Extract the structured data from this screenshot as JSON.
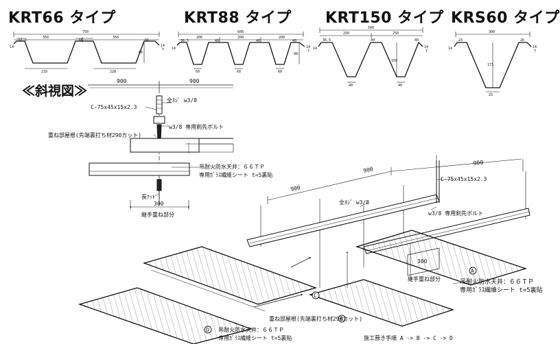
{
  "profiles": [
    {
      "title": "KRT66 タイプ",
      "dims": {
        "overall": "750",
        "pitch_l": "350",
        "pitch_r": "350",
        "top_l": "61.5",
        "top_m": "66",
        "top_r": "66",
        "height": "66",
        "bot_l": "218",
        "bot_r": "228",
        "lap_l": "14",
        "lap_r": "14",
        "edge": "7"
      }
    },
    {
      "title": "KRT88 タイプ",
      "dims": {
        "overall": "600",
        "pitch_1": "200",
        "pitch_2": "200",
        "pitch_3": "200",
        "top_1": "36.5",
        "top_2": "40",
        "top_3": "40",
        "top_4": "40",
        "height": "88",
        "bot_1": "60",
        "bot_2": "60",
        "bot_3": "60",
        "lap_l": "14",
        "lap_r": "14",
        "edge": "7"
      }
    },
    {
      "title": "KRT150 タイプ",
      "dims": {
        "overall": "500",
        "pitch_l": "250",
        "pitch_r": "250",
        "top_l": "36.5",
        "top_m": "40",
        "top_r": "40",
        "height": "150",
        "bot_l": "40",
        "bot_r": "40",
        "lap_l": "14",
        "lap_r": "14",
        "edge": "7"
      }
    },
    {
      "title": "KRS60 タイプ",
      "dims": {
        "overall": "300",
        "top_l": "23",
        "top_r": "26",
        "height": "173",
        "bot": "25",
        "lap_l": "14",
        "lap_r": "14",
        "edge": "7"
      }
    }
  ],
  "section_title": "≪斜視図≫",
  "detail": {
    "dim_l": "900",
    "dim_r": "900",
    "bolt_label": "全ﾈｼﾞ w3/8",
    "channel": "C-75x45x15x2.3",
    "anchor": "w3/8 専用剣先ボルト",
    "roof_overlap": "重ね部屋根(先端裏打ち材290カット)",
    "ceiling_1": "吊耐火防水天井：６６ＴＰ",
    "ceiling_2": "専用ｶﾞﾗｽ繊維シート t=5裏貼",
    "nut": "長ﾅｯﾄ",
    "overlap_dim": "300",
    "joint": "継手重ね部分"
  },
  "iso": {
    "dim_1": "900",
    "dim_2": "900",
    "channel": "C-75x45x15x2.3",
    "bolt": "全ﾈｼﾞ w3/8",
    "anchor": "w3/8 専用剣先ボルト",
    "overlap_dim": "300",
    "joint": "継手重ね部分",
    "ceiling_r1": "吊耐火防水天井：６６ＴＰ",
    "ceiling_r2": "専用ｶﾞﾗｽ繊維シート t=5裏貼",
    "roof_overlap": "重ね部屋根(先端裏打ち材290カット)",
    "ceiling_l1": "吊耐火防水天井：６６ＴＰ",
    "ceiling_l2": "専用ｶﾞﾗｽ繊維シート t=5裏貼",
    "procedure": "施工葺き手順 A -> B -> C -> D",
    "marker_a": "A",
    "marker_b": "B",
    "marker_c": "C",
    "marker_d": "D"
  }
}
